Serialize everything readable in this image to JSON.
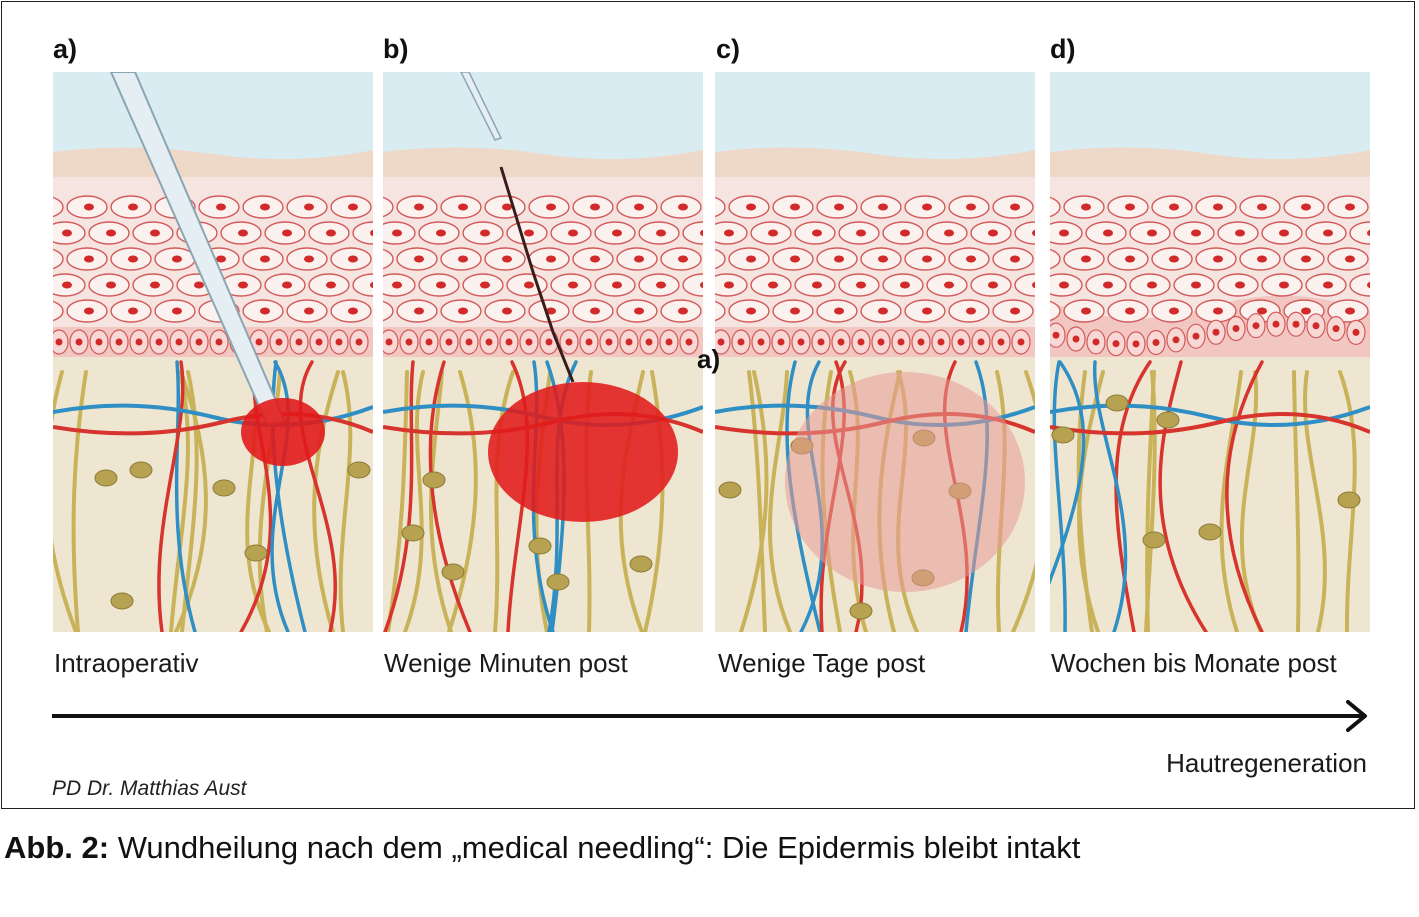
{
  "panels": [
    {
      "letter": "a)",
      "caption": "Intraoperativ",
      "stage": "needle-inserted"
    },
    {
      "letter": "b)",
      "caption": "Wenige Minuten post",
      "stage": "bleeding"
    },
    {
      "letter": "c)",
      "caption": "Wenige Tage post",
      "stage": "healing"
    },
    {
      "letter": "d)",
      "caption": "Wochen bis Monate post",
      "stage": "regenerated"
    }
  ],
  "inset_label": "a)",
  "timeline_label": "Hautregeneration",
  "credit": "PD Dr. Matthias Aust",
  "figure_caption": {
    "number": "Abb. 2:",
    "text": "Wundheilung nach dem „medical needling“: Die Epidermis bleibt intakt"
  },
  "colors": {
    "sky": "#d9ecf2",
    "epidermis": "#f6e4e1",
    "cell_outline": "#d25a5a",
    "nucleus": "#d12a2a",
    "dermis": "#efe6d2",
    "blood": "#e11b1b",
    "artery": "#d6342c",
    "vein": "#2f8fc4",
    "nerve": "#c9b35a"
  }
}
